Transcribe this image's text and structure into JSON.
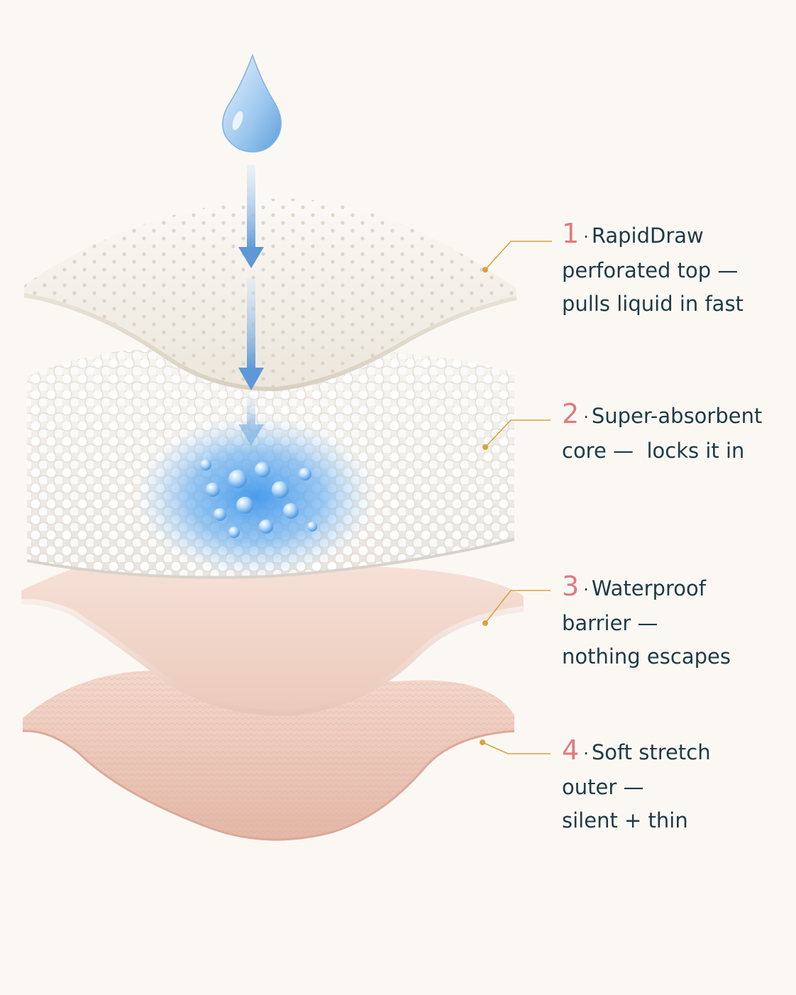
{
  "colors": {
    "background": "#fbf8f4",
    "label_number": "#e07a7f",
    "label_text": "#1f3a45",
    "leader_line": "#d9a23a",
    "liquid_arrow": "#6fa2d8",
    "liquid_stain": "#5aa6ec",
    "top_sheet": "#f5f1ea",
    "core": "#f0ede8",
    "barrier": "#f3d7cc",
    "outer": "#efcfc2"
  },
  "icons": {
    "droplet": "water-drop-icon",
    "flow_arrows": "arrow-down-icon"
  },
  "layers": [
    {
      "number": "1",
      "separator": "·",
      "lines": [
        "RapidDraw",
        "perforated top —",
        "pulls liquid in fast"
      ]
    },
    {
      "number": "2",
      "separator": "·",
      "lines": [
        "Super-absorbent",
        "core —  locks it in"
      ]
    },
    {
      "number": "3",
      "separator": "·",
      "lines": [
        "Waterproof",
        "barrier —",
        "nothing escapes"
      ]
    },
    {
      "number": "4",
      "separator": "·",
      "lines": [
        "Soft stretch",
        "outer —",
        "silent + thin"
      ]
    }
  ]
}
